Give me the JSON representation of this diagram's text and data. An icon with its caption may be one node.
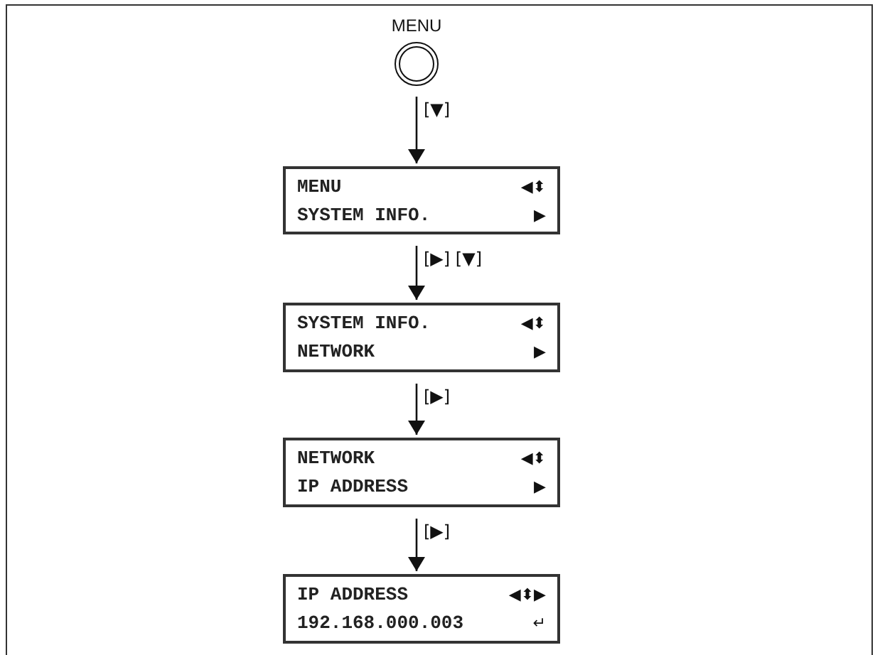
{
  "diagram": {
    "nodes": [
      {
        "text": [
          "MENU"
        ]
      },
      {
        "text": [
          "MENU",
          "◀⬍",
          "SYSTEM INFO.",
          "▶"
        ]
      },
      {
        "text": [
          "SYSTEM INFO.",
          "◀⬍",
          "NETWORK",
          "▶"
        ]
      },
      {
        "text": [
          "NETWORK",
          "◀⬍",
          "IP ADDRESS",
          "▶"
        ]
      },
      {
        "text": [
          "IP ADDRESS",
          "◀⬍▶",
          "192.168.000.003",
          "↵"
        ]
      }
    ],
    "edges": [
      {
        "from": 0,
        "to": 1,
        "arrow": "to",
        "label": "[▼]"
      },
      {
        "from": 1,
        "to": 2,
        "arrow": "to",
        "label": "[▶] [▼]"
      },
      {
        "from": 2,
        "to": 3,
        "arrow": "to",
        "label": "[▶]"
      },
      {
        "from": 3,
        "to": 4,
        "arrow": "to",
        "label": "[▶]"
      }
    ]
  }
}
